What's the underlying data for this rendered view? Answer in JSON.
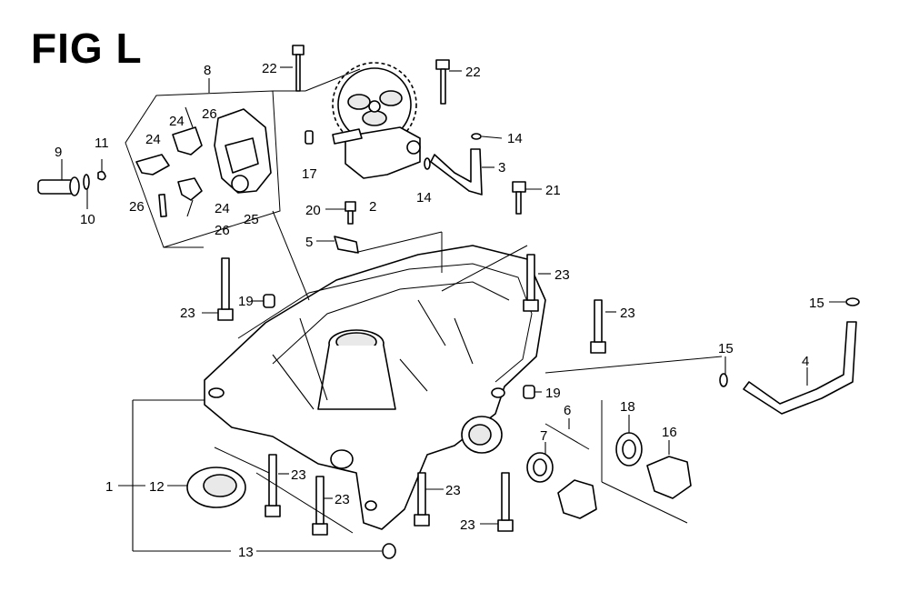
{
  "figure": {
    "title": "FIG L"
  },
  "callouts": [
    {
      "id": "c22a",
      "text": "22"
    },
    {
      "id": "c22b",
      "text": "22"
    },
    {
      "id": "c8",
      "text": "8"
    },
    {
      "id": "c26a",
      "text": "26"
    },
    {
      "id": "c24a",
      "text": "24"
    },
    {
      "id": "c24b",
      "text": "24"
    },
    {
      "id": "c9",
      "text": "9"
    },
    {
      "id": "c11",
      "text": "11"
    },
    {
      "id": "c10",
      "text": "10"
    },
    {
      "id": "c26b",
      "text": "26"
    },
    {
      "id": "c24c",
      "text": "24"
    },
    {
      "id": "c26c",
      "text": "26"
    },
    {
      "id": "c25",
      "text": "25"
    },
    {
      "id": "c17",
      "text": "17"
    },
    {
      "id": "c2",
      "text": "2"
    },
    {
      "id": "c14a",
      "text": "14"
    },
    {
      "id": "c14b",
      "text": "14"
    },
    {
      "id": "c3",
      "text": "3"
    },
    {
      "id": "c20",
      "text": "20"
    },
    {
      "id": "c21",
      "text": "21"
    },
    {
      "id": "c5",
      "text": "5"
    },
    {
      "id": "c23a",
      "text": "23"
    },
    {
      "id": "c19a",
      "text": "19"
    },
    {
      "id": "c23b",
      "text": "23"
    },
    {
      "id": "c23c",
      "text": "23"
    },
    {
      "id": "c15a",
      "text": "15"
    },
    {
      "id": "c15b",
      "text": "15"
    },
    {
      "id": "c4",
      "text": "4"
    },
    {
      "id": "c19b",
      "text": "19"
    },
    {
      "id": "c6",
      "text": "6"
    },
    {
      "id": "c18",
      "text": "18"
    },
    {
      "id": "c16",
      "text": "16"
    },
    {
      "id": "c7",
      "text": "7"
    },
    {
      "id": "c1",
      "text": "1"
    },
    {
      "id": "c12",
      "text": "12"
    },
    {
      "id": "c23d",
      "text": "23"
    },
    {
      "id": "c23e",
      "text": "23"
    },
    {
      "id": "c23f",
      "text": "23"
    },
    {
      "id": "c23g",
      "text": "23"
    },
    {
      "id": "c13",
      "text": "13"
    }
  ]
}
